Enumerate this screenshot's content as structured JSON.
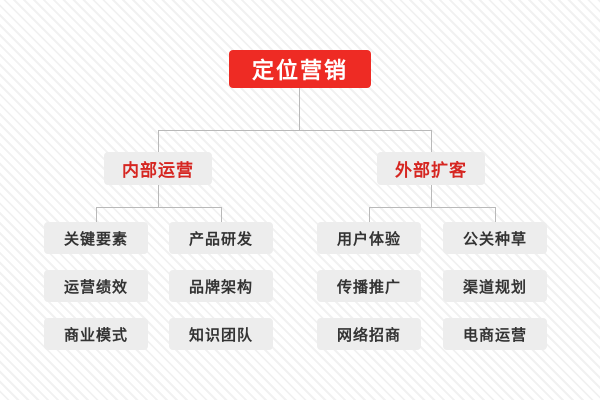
{
  "diagram": {
    "type": "organization-tree",
    "title": "定位营销",
    "colors": {
      "root_background": "#ee2b24",
      "root_text": "#ffffff",
      "branch_background": "#ededed",
      "branch_text": "#d62621",
      "leaf_background": "#ededed",
      "leaf_text": "#333333",
      "connector_line": "#b9b9b9",
      "canvas_background": "#ffffff",
      "stripe": "#f1f1f1"
    },
    "root": {
      "label": "定位营销"
    },
    "branches": [
      {
        "label": "内部运营",
        "leaves": [
          {
            "label": "关键要素"
          },
          {
            "label": "产品研发"
          },
          {
            "label": "运营绩效"
          },
          {
            "label": "品牌架构"
          },
          {
            "label": "商业模式"
          },
          {
            "label": "知识团队"
          }
        ]
      },
      {
        "label": "外部扩客",
        "leaves": [
          {
            "label": "用户体验"
          },
          {
            "label": "公关种草"
          },
          {
            "label": "传播推广"
          },
          {
            "label": "渠道规划"
          },
          {
            "label": "网络招商"
          },
          {
            "label": "电商运营"
          }
        ]
      }
    ]
  }
}
